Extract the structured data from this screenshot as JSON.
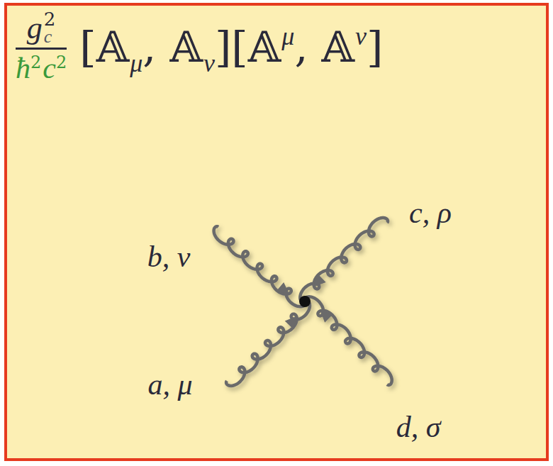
{
  "diagram": {
    "nodes": [
      {
        "text": [
          "g",
          "c",
          "2",
          "ħ",
          "2",
          "c",
          "2",
          "[𝔸",
          "μ",
          ", 𝔸",
          "ν",
          "][𝔸",
          "μ",
          ", 𝔸",
          "ν",
          "]"
        ]
      }
    ],
    "labels": [
      "b, ν",
      "c, ρ",
      "a, μ",
      "d, σ"
    ]
  }
}
